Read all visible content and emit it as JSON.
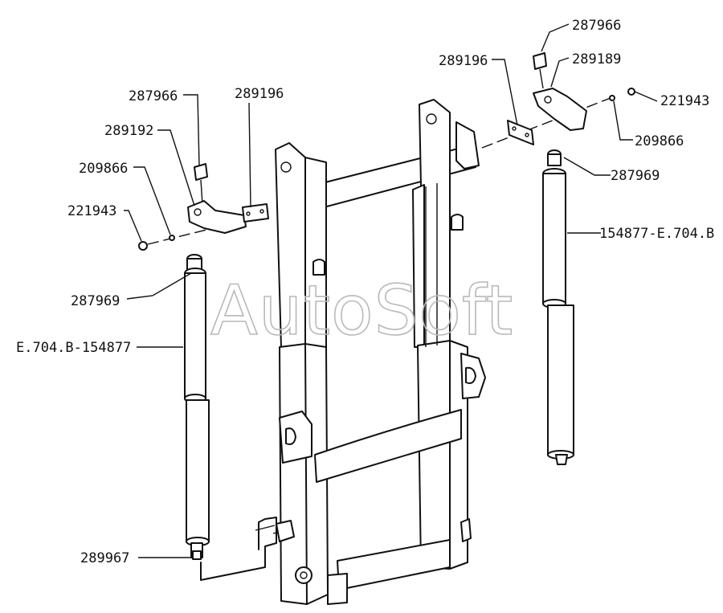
{
  "labels": {
    "left_cap_screw": "287966",
    "left_bracket": "289192",
    "left_washer": "209866",
    "left_circlip": "221943",
    "left_plate": "289196",
    "left_pad": "287969",
    "left_cylinder": "E.704.B-154877",
    "hose_fitting": "289967",
    "right_cap_screw": "287966",
    "right_plate": "289196",
    "right_bracket": "289189",
    "right_circlip": "221943",
    "right_washer": "209866",
    "right_pad": "287969",
    "right_cylinder": "154877-E.704.B"
  },
  "watermark": "AutoSoft",
  "colors": {
    "ink": "#111111",
    "watermark": "#b9b9b9",
    "background": "#ffffff"
  }
}
